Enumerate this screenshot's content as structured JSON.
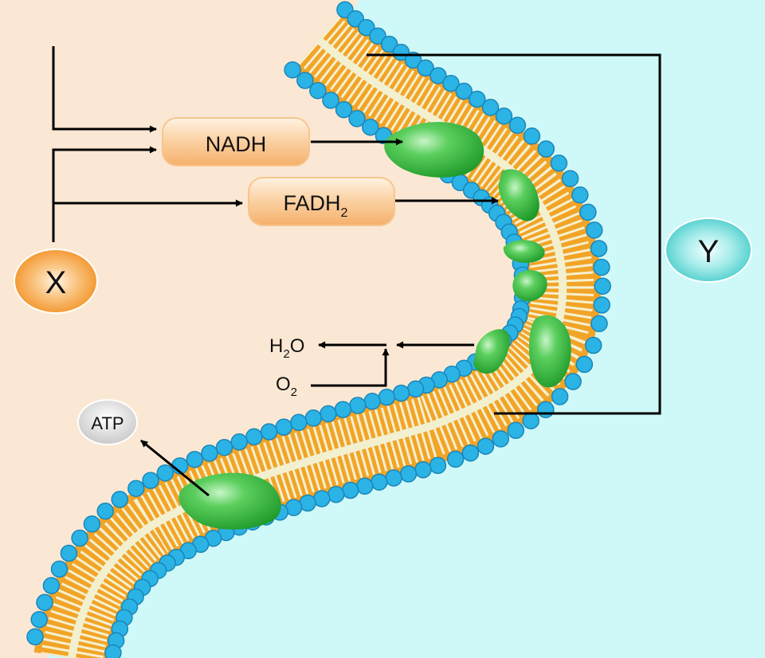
{
  "labels": {
    "x": "X",
    "y": "Y",
    "nadh": "NADH",
    "fadh_main": "FADH",
    "fadh_sub": "2",
    "water_h": "H",
    "water_sub": "2",
    "water_o": "O",
    "oxygen_main": "O",
    "oxygen_sub": "2",
    "atp": "ATP"
  },
  "colors": {
    "matrix_side": "#fbe8d4",
    "outer_side": "#cff8f8",
    "lipid_head": "#2bb3e6",
    "lipid_head_stroke": "#1a86b8",
    "lipid_tail": "#f2a427",
    "membrane_core": "#f3f0d0",
    "protein_green": "#2fa83a",
    "arrow": "#000000"
  },
  "icons": {
    "protein": "green-protein-complex-icon",
    "arrow": "arrow-icon"
  }
}
